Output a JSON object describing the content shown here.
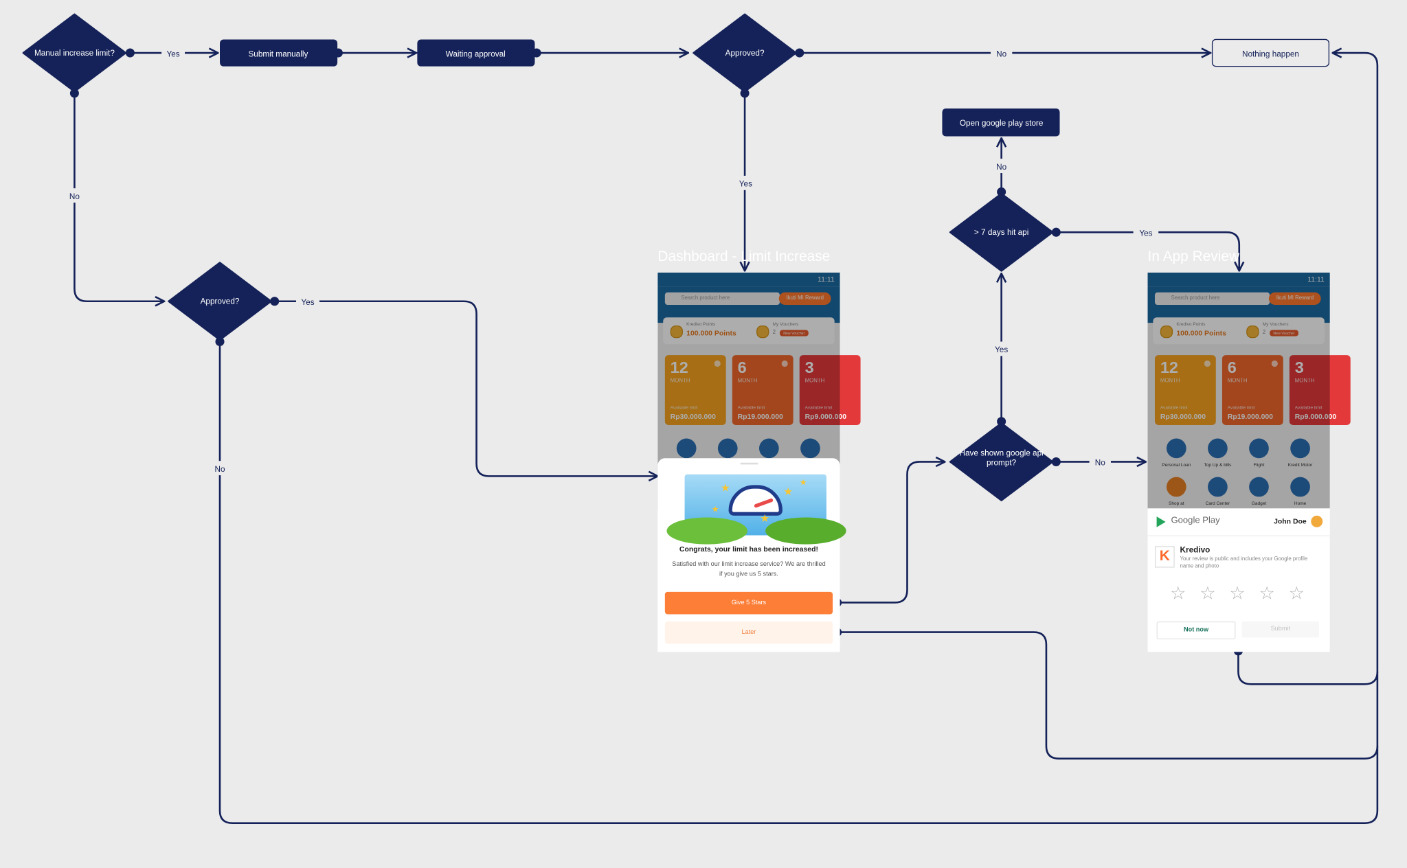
{
  "colors": {
    "navy": "#152259",
    "background": "#ebebeb",
    "orange": "#fd7e37"
  },
  "nodes": {
    "manual_increase": "Manual increase limit?",
    "submit_manually": "Submit manually",
    "waiting_approval": "Waiting approval",
    "approved_top": "Approved?",
    "nothing_happen": "Nothing happen",
    "approved_left": "Approved?",
    "open_play_store": "Open google play store",
    "seven_days": "> 7 days hit api",
    "shown_prompt": "Have shown google api prompt?"
  },
  "edges": {
    "yes": "Yes",
    "no": "No"
  },
  "screens": {
    "dashboard_title": "Dashboard - Limit Increase",
    "review_title": "In App Review"
  },
  "dashboard": {
    "time": "11:11",
    "search_placeholder": "Search product here",
    "reward_button": "Ikuti MI Reward",
    "points_label": "Kredivo Points",
    "points_value": "100.000 Points",
    "voucher_label": "My Vouchers",
    "voucher_count": "2",
    "voucher_badge": "New Voucher",
    "cards": [
      {
        "big": "12",
        "unit": "MONTH",
        "label": "Available limit",
        "amount": "Rp30.000.000"
      },
      {
        "big": "6",
        "unit": "MONTH",
        "label": "Available limit",
        "amount": "Rp19.000.000"
      },
      {
        "big": "3",
        "unit": "MONTH",
        "label": "Available limit",
        "amount": "Rp9.000.000"
      }
    ],
    "icons": [
      "Personal Loan",
      "Top Up & bills",
      "Flight",
      "Kredit Motor",
      "Shop at",
      "Card Center",
      "Gadget",
      "Home"
    ]
  },
  "congrats": {
    "title": "Congrats, your limit has been increased!",
    "body": "Satisfied with our limit increase service? We are thrilled if you give us 5 stars.",
    "primary": "Give 5 Stars",
    "secondary": "Later"
  },
  "review": {
    "store": "Google Play",
    "user": "John Doe",
    "app": "Kredivo",
    "app_letter": "K",
    "desc": "Your review is public and includes your Google profile name and photo",
    "stars": [
      "☆",
      "☆",
      "☆",
      "☆",
      "☆"
    ],
    "not_now": "Not now",
    "submit": "Submit"
  }
}
